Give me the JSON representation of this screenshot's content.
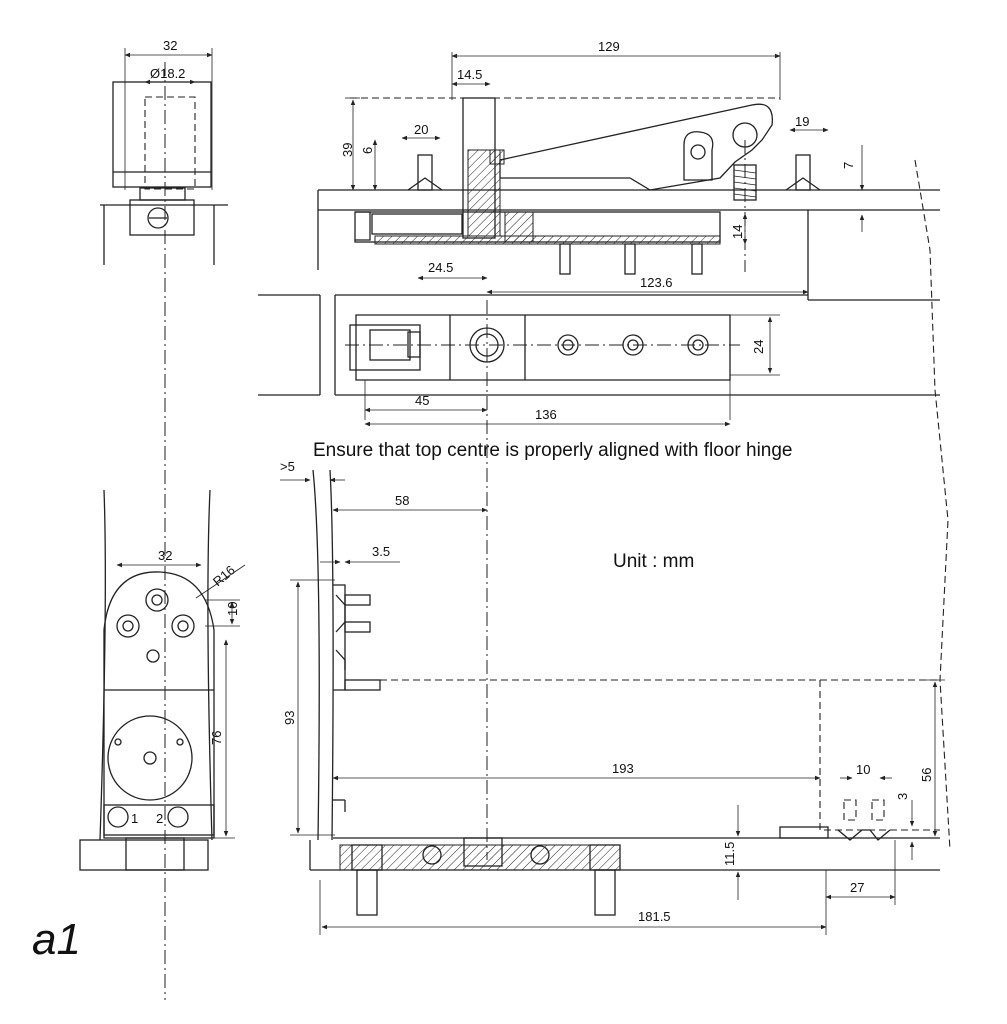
{
  "drawing": {
    "label": "a1",
    "note_alignment": "Ensure that top centre is properly aligned with floor hinge",
    "note_unit": "Unit : mm"
  },
  "dimensions": {
    "top_width": "32",
    "top_dia": "Ø18.2",
    "d129": "129",
    "d14_5": "14.5",
    "d39": "39",
    "d6": "6",
    "d20": "20",
    "d19": "19",
    "d7": "7",
    "d14": "14",
    "d24_5": "24.5",
    "d123_6": "123.6",
    "d24": "24",
    "d45": "45",
    "d136": "136",
    "gt5": ">5",
    "d58": "58",
    "d3_5": "3.5",
    "d93": "93",
    "d193": "193",
    "d10b": "10",
    "d3": "3",
    "d56": "56",
    "d11_5": "11.5",
    "d27": "27",
    "d181_5": "181.5",
    "bot_width": "32",
    "r16": "R16",
    "d10": "10",
    "d76": "76",
    "screw1": "1",
    "screw2": "2"
  }
}
